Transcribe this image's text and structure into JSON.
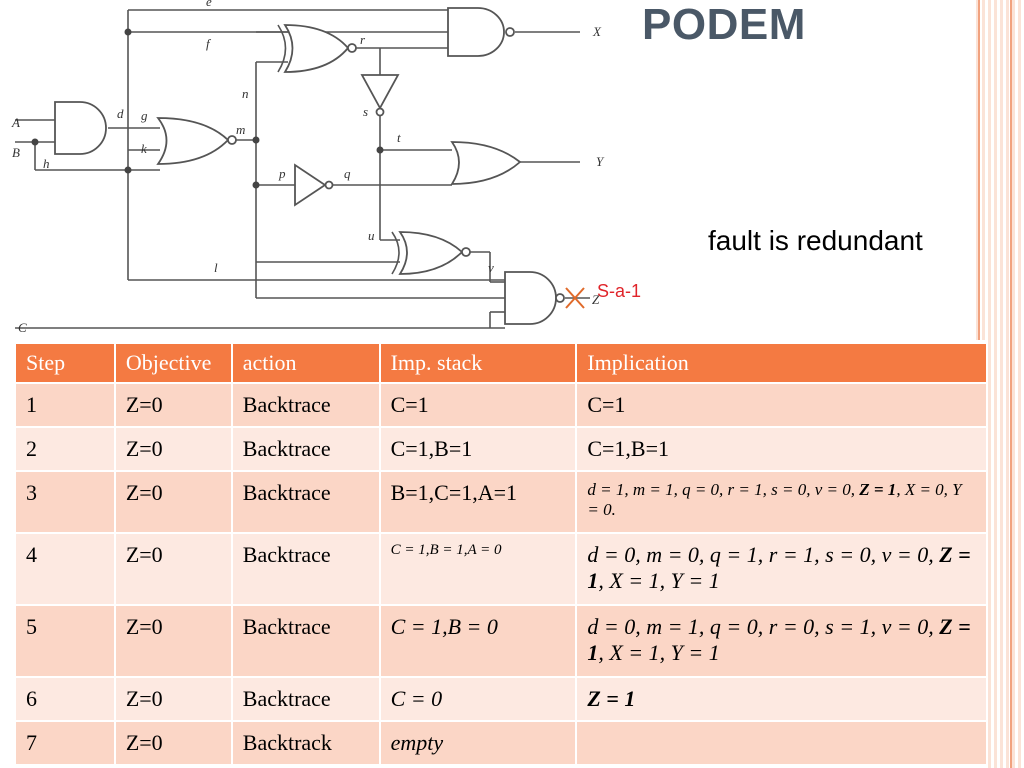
{
  "slide": {
    "title": "PODEM",
    "note": "fault is redundant",
    "fault_label": "S-a-1"
  },
  "circuit": {
    "inputs": [
      "A",
      "B",
      "C"
    ],
    "outputs": [
      "X",
      "Y",
      "Z"
    ],
    "nets": [
      "e",
      "f",
      "r",
      "n",
      "s",
      "d",
      "g",
      "m",
      "t",
      "k",
      "h",
      "p",
      "q",
      "u",
      "v",
      "l"
    ]
  },
  "table": {
    "headers": [
      "Step",
      "Objective",
      "action",
      "Imp. stack",
      "Implication"
    ],
    "rows": [
      {
        "step": "1",
        "objective": "Z=0",
        "action": "Backtrace",
        "stack": "C=1",
        "implication": "C=1"
      },
      {
        "step": "2",
        "objective": "Z=0",
        "action": "Backtrace",
        "stack": "C=1,B=1",
        "implication": "C=1,B=1"
      },
      {
        "step": "3",
        "objective": "Z=0",
        "action": "Backtrace",
        "stack": "B=1,C=1,A=1",
        "impl_a": "d = 1, m = 1, q = 0, r = 1, s = 0, v = 0,",
        "impl_bold": "Z = 1",
        "impl_b": ", X = 0, Y = 0."
      },
      {
        "step": "4",
        "objective": "Z=0",
        "action": "Backtrace",
        "stack": "C = 1,B = 1,A = 0",
        "impl_a": "d = 0, m = 0, q = 1, r = 1, s = 0, v = 0,",
        "impl_bold": "Z = 1",
        "impl_b": ", X = 1, Y = 1"
      },
      {
        "step": "5",
        "objective": "Z=0",
        "action": "Backtrace",
        "stack": "C = 1,B = 0",
        "impl_a": "d = 0, m = 1, q = 0, r = 0, s = 1, v = 0,",
        "impl_bold": "Z = 1",
        "impl_b": ", X = 1, Y = 1"
      },
      {
        "step": "6",
        "objective": "Z=0",
        "action": "Backtrace",
        "stack": "C = 0",
        "impl_bold": "Z = 1"
      },
      {
        "step": "7",
        "objective": "Z=0",
        "action": "Backtrack",
        "stack": "empty",
        "implication": ""
      }
    ]
  }
}
